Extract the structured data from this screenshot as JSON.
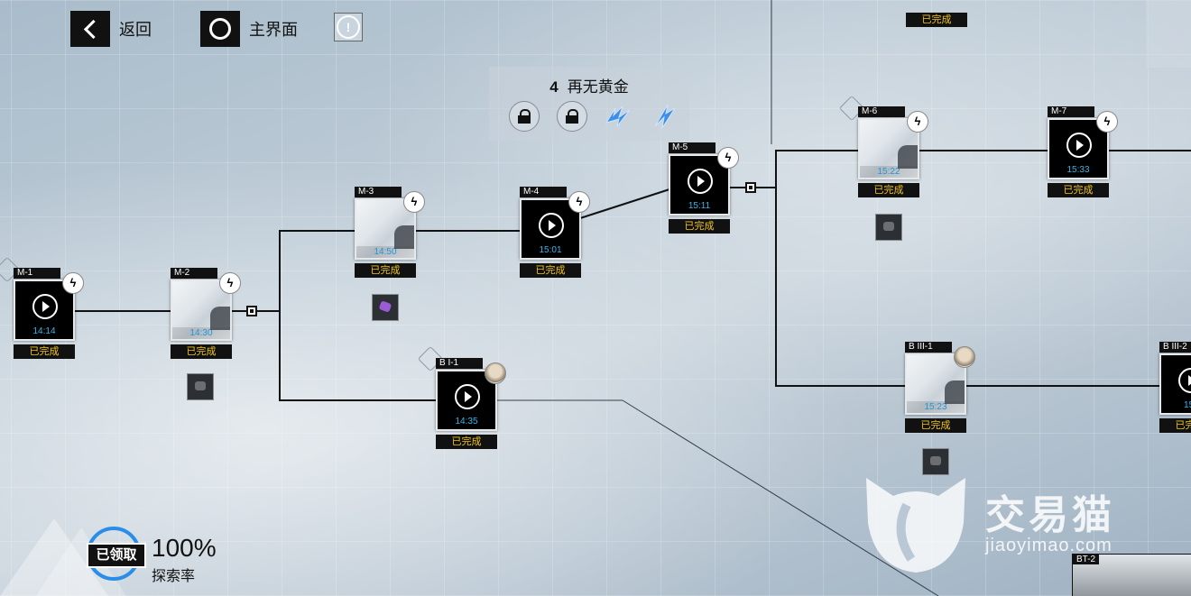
{
  "top_bar": {
    "back_label": "返回",
    "home_label": "主界面"
  },
  "chapter": {
    "number": "4",
    "title": "再无黄金"
  },
  "status_done": "已完成",
  "nodes": [
    {
      "code": "M-1",
      "time": "14:14"
    },
    {
      "code": "M-2",
      "time": "14:30"
    },
    {
      "code": "M-3",
      "time": "14:50"
    },
    {
      "code": "M-4",
      "time": "15:01"
    },
    {
      "code": "M-5",
      "time": "15:11"
    },
    {
      "code": "M-6",
      "time": "15:22"
    },
    {
      "code": "M-7",
      "time": "15:33"
    },
    {
      "code": "B I-1",
      "time": "14:35"
    },
    {
      "code": "B III-1",
      "time": "15:23"
    },
    {
      "code": "B III-2",
      "time": "15:"
    },
    {
      "code": "BT-2",
      "time": ""
    }
  ],
  "exploration": {
    "claim_label": "已领取",
    "percent": "100%",
    "label": "探索率"
  },
  "watermark": {
    "name": "交易猫",
    "url": "jiaoyimao.com"
  }
}
